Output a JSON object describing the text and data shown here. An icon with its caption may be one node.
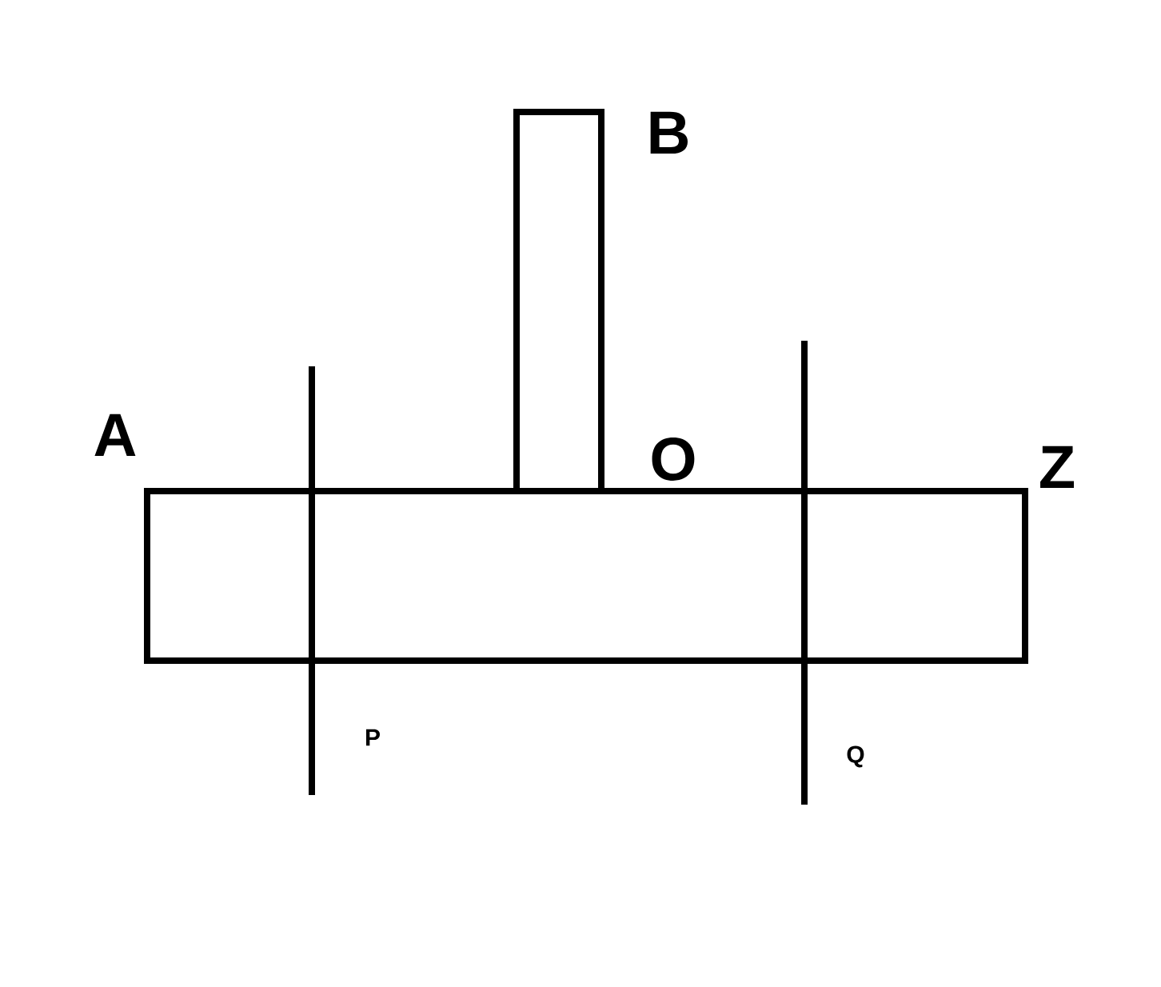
{
  "diagram": {
    "labels": [
      "B",
      "A",
      "O",
      "Z",
      "P",
      "Q"
    ]
  }
}
